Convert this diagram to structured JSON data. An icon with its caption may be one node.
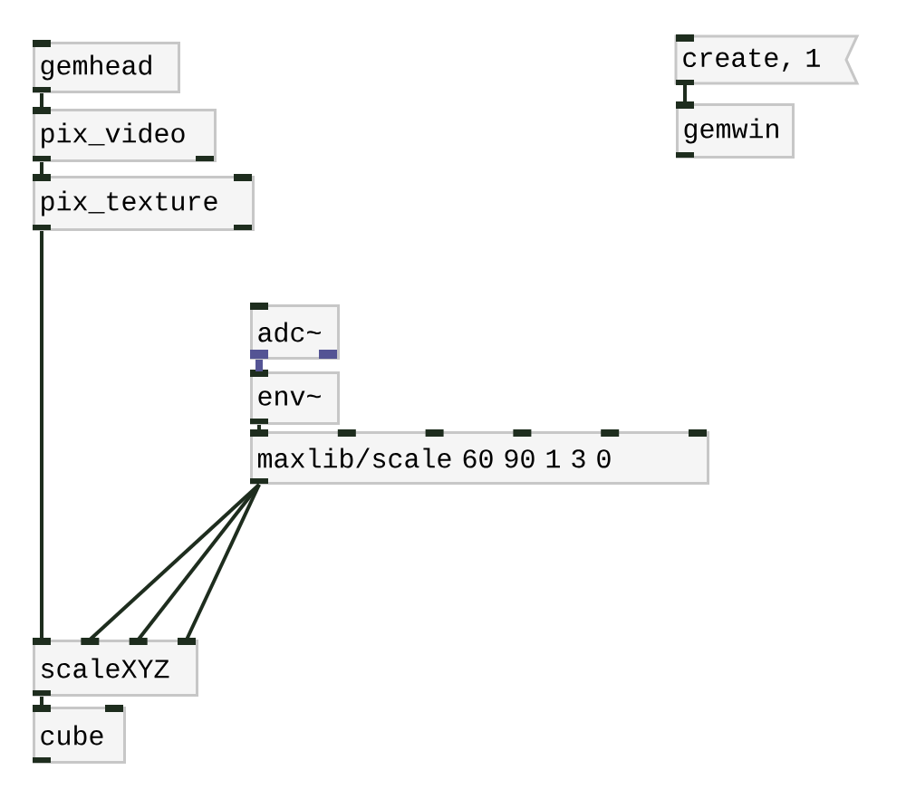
{
  "diagram": {
    "nodes": [
      {
        "text": [
          "gemhead"
        ]
      },
      {
        "text": [
          "pix_video"
        ]
      },
      {
        "text": [
          "pix_texture"
        ]
      },
      {
        "text": [
          "create, 1"
        ]
      },
      {
        "text": [
          "gemwin"
        ]
      },
      {
        "text": [
          "adc~"
        ]
      },
      {
        "text": [
          "env~"
        ]
      },
      {
        "text": [
          "maxlib/scale 60 90 1 3 0"
        ]
      },
      {
        "text": [
          "scaleXYZ"
        ]
      },
      {
        "text": [
          "cube"
        ]
      }
    ],
    "edges": [
      {
        "from": 0,
        "to": 1,
        "arrow": "none"
      },
      {
        "from": 1,
        "to": 2,
        "arrow": "none"
      },
      {
        "from": 2,
        "to": 8,
        "arrow": "none"
      },
      {
        "from": 3,
        "to": 4,
        "arrow": "none"
      },
      {
        "from": 5,
        "to": 6,
        "arrow": "none",
        "style": "thick",
        "color": "#545494"
      },
      {
        "from": 6,
        "to": 7,
        "arrow": "none"
      },
      {
        "from": 7,
        "to": 8,
        "arrow": "none"
      },
      {
        "from": 7,
        "to": 8,
        "arrow": "none"
      },
      {
        "from": 7,
        "to": 8,
        "arrow": "none"
      },
      {
        "from": 8,
        "to": 9,
        "arrow": "none"
      }
    ]
  }
}
